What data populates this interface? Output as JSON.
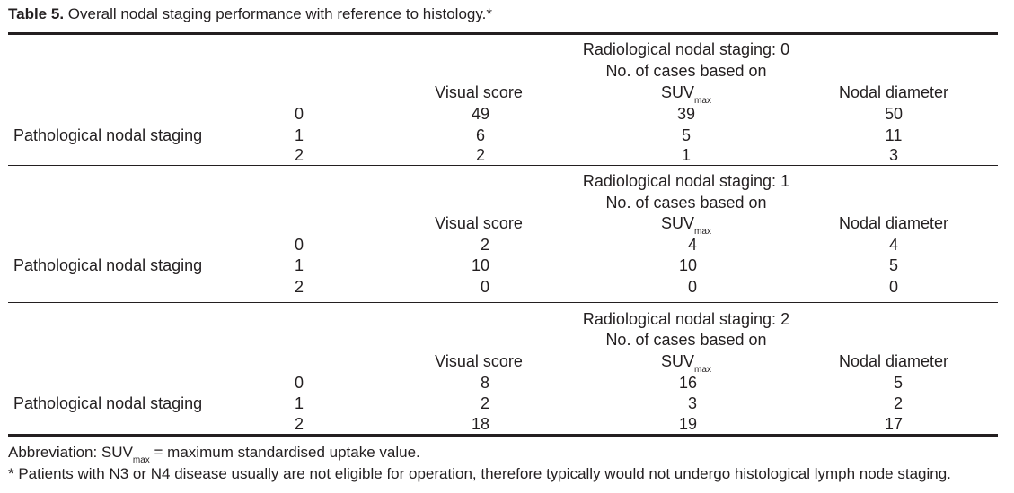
{
  "caption": {
    "label": "Table 5.",
    "text": "Overall nodal staging performance with reference to histology.*"
  },
  "table": {
    "row_header": "Pathological nodal staging",
    "columns": [
      "Visual score",
      "SUV",
      "Nodal diameter"
    ],
    "suv_subscript": "max",
    "based_on": "No. of cases based on",
    "blocks": [
      {
        "title": "Radiological nodal staging: 0",
        "rows": [
          {
            "stage": "0",
            "visual": "49",
            "suv": "39",
            "diameter": "50"
          },
          {
            "stage": "1",
            "visual": "6",
            "suv": "5",
            "diameter": "11"
          },
          {
            "stage": "2",
            "visual": "2",
            "suv": "1",
            "diameter": "3"
          }
        ]
      },
      {
        "title": "Radiological nodal staging: 1",
        "rows": [
          {
            "stage": "0",
            "visual": "2",
            "suv": "4",
            "diameter": "4"
          },
          {
            "stage": "1",
            "visual": "10",
            "suv": "10",
            "diameter": "5"
          },
          {
            "stage": "2",
            "visual": "0",
            "suv": "0",
            "diameter": "0"
          }
        ]
      },
      {
        "title": "Radiological nodal staging: 2",
        "rows": [
          {
            "stage": "0",
            "visual": "8",
            "suv": "16",
            "diameter": "5"
          },
          {
            "stage": "1",
            "visual": "2",
            "suv": "3",
            "diameter": "2"
          },
          {
            "stage": "2",
            "visual": "18",
            "suv": "19",
            "diameter": "17"
          }
        ]
      }
    ]
  },
  "footnotes": {
    "abbrev_prefix": "Abbreviation: SUV",
    "abbrev_sub": "max",
    "abbrev_suffix": " = maximum standardised uptake value.",
    "note": "* Patients with N3 or N4 disease usually are not eligible for operation, therefore typically would not undergo histological lymph node staging."
  }
}
